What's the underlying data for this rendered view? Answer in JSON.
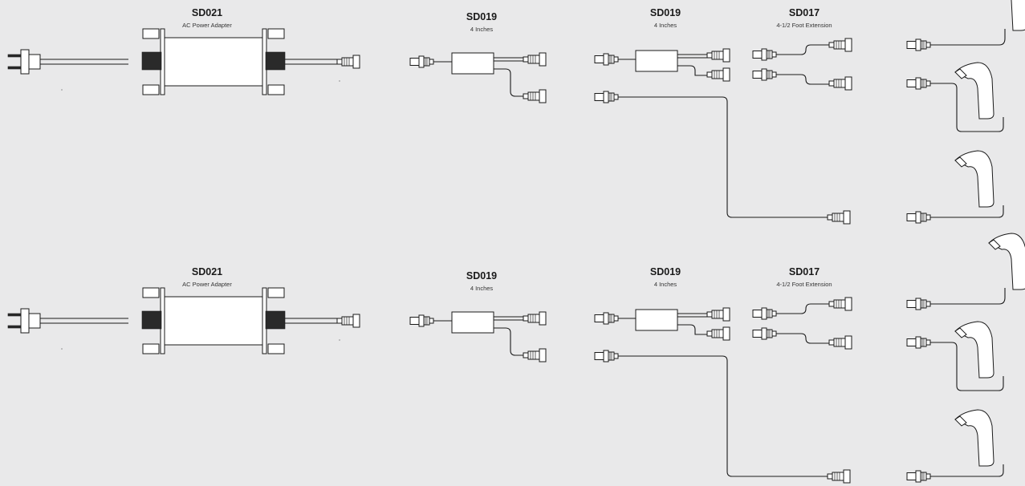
{
  "rows": [
    {
      "adapter": {
        "code": "SD021",
        "desc": "AC Power Adapter"
      },
      "splitter_a": {
        "code": "SD019",
        "desc": "4 Inches"
      },
      "splitter_b": {
        "code": "SD019",
        "desc": "4 Inches"
      },
      "extension": {
        "code": "SD017",
        "desc": "4-1/2 Foot Extension"
      }
    },
    {
      "adapter": {
        "code": "SD021",
        "desc": "AC Power Adapter"
      },
      "splitter_a": {
        "code": "SD019",
        "desc": "4 Inches"
      },
      "splitter_b": {
        "code": "SD019",
        "desc": "4 Inches"
      },
      "extension": {
        "code": "SD017",
        "desc": "4-1/2 Foot Extension"
      }
    }
  ],
  "colors": {
    "background": "#e9e9ea",
    "line": "#1a1a1a",
    "fill": "#ffffff"
  },
  "icons": [
    "ac-plug-icon",
    "power-brick-icon",
    "splitter-box-icon",
    "male-connector-icon",
    "female-connector-icon",
    "faucet-icon"
  ]
}
